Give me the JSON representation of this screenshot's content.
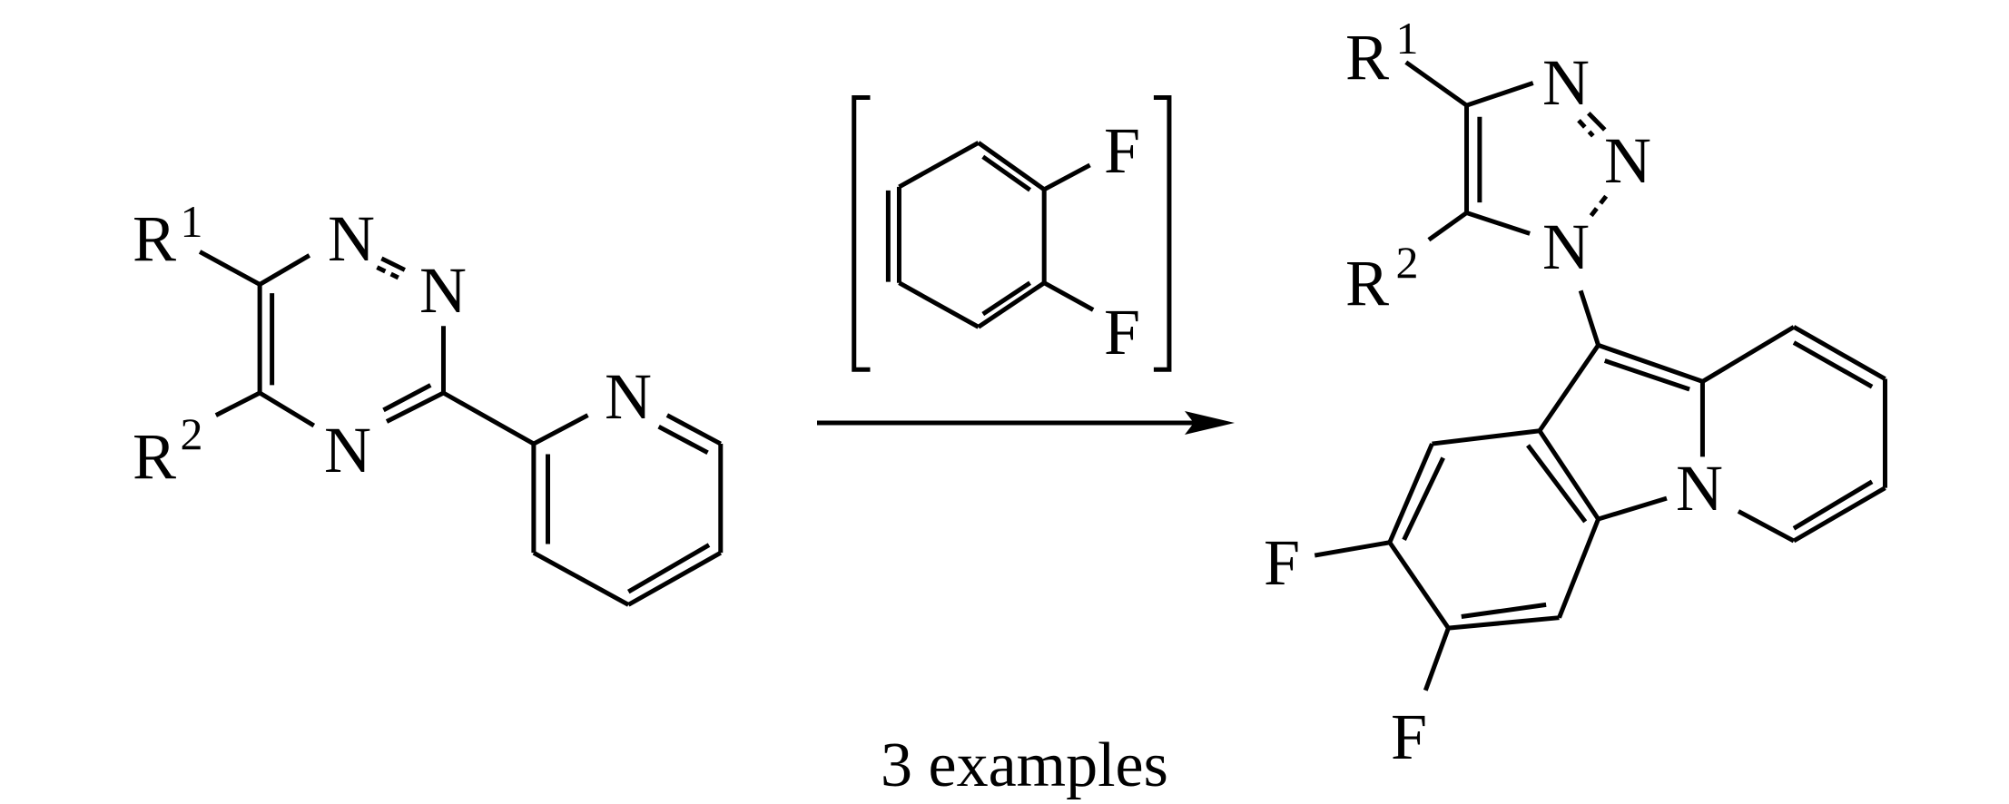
{
  "reactant": {
    "r1": "R",
    "r1_sup": "1",
    "r2": "R",
    "r2_sup": "2",
    "triazine_n1": "N",
    "triazine_n2": "N",
    "triazine_n4": "N",
    "pyridine_n": "N"
  },
  "reagent": {
    "f_top": "F",
    "f_bottom": "F"
  },
  "condition": {
    "caption": "3 examples"
  },
  "product": {
    "r1": "R",
    "r1_sup": "1",
    "r2": "R",
    "r2_sup": "2",
    "triazole_n3": "N",
    "triazole_n2": "N",
    "triazole_n1": "N",
    "indolizine_n": "N",
    "f_upper": "F",
    "f_lower": "F"
  }
}
